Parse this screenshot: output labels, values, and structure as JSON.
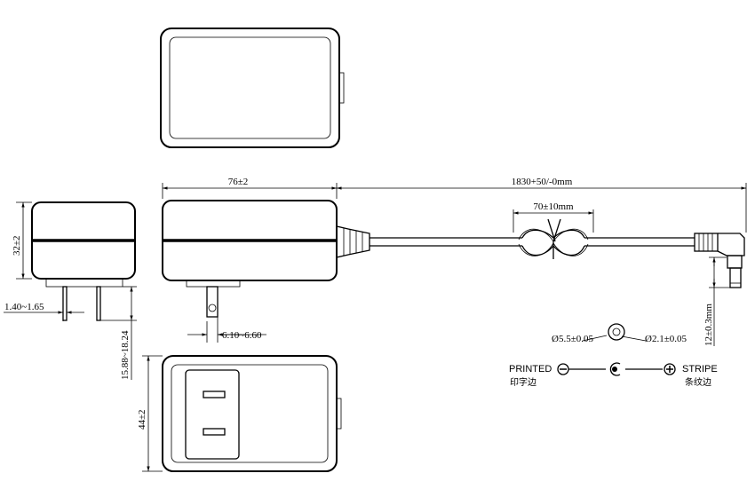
{
  "dimensions": {
    "body_length": "76±2",
    "cable_length": "1830+50/-0mm",
    "tie_length": "70±10mm",
    "height": "32±2",
    "pin_thickness": "1.40~1.65",
    "pin_width": "6.10~6.60",
    "pin_length": "15.88~18.24",
    "width": "44±2",
    "plug_tip": "12±0.3mm",
    "outer_diameter": "Ø5.5±0.05",
    "inner_diameter": "Ø2.1±0.05"
  },
  "polarity": {
    "printed_label": "PRINTED",
    "printed_label_cn": "印字边",
    "stripe_label": "STRIPE",
    "stripe_label_cn": "条纹边"
  }
}
